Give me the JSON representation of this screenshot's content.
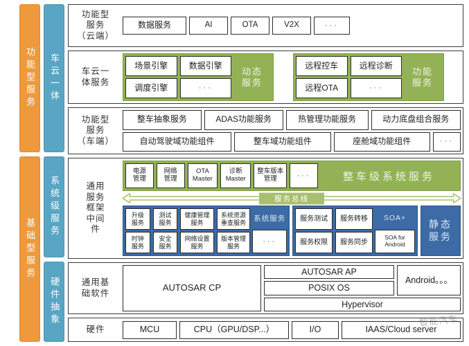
{
  "bands": {
    "functional_service": "功能型服务",
    "basic_service": "基础型服务",
    "cloud_vehicle": "车云一体",
    "system_level": "系统级服务",
    "hardware_abstract": "硬件抽象"
  },
  "rows": {
    "cloud": {
      "label_line1": "功能型",
      "label_line2": "服务",
      "label_line3": "（云端）",
      "items": [
        "数据服务",
        "AI",
        "OTA",
        "V2X",
        "···"
      ]
    },
    "vehicle_cloud": {
      "label_line1": "车云一",
      "label_line2": "体服务",
      "group_left": {
        "tag": "动态\n服务",
        "tag_line1": "动态",
        "tag_line2": "服务",
        "row1": [
          "场景引擎",
          "数据引擎"
        ],
        "row2": [
          "调度引擎",
          "···"
        ]
      },
      "group_right": {
        "tag_line1": "功能",
        "tag_line2": "服务",
        "row1": [
          "远程控车",
          "远程诊断"
        ],
        "row2": [
          "远程OTA",
          "···"
        ]
      }
    },
    "vehicle_side": {
      "label_line1": "功能型",
      "label_line2": "服务",
      "label_line3": "（车端）",
      "row1": [
        "整车抽象服务",
        "ADAS功能服务",
        "热管理功能服务",
        "动力底盘组合服务"
      ],
      "row2": [
        "自动驾驶域功能组件",
        "整车域功能组件",
        "座舱域功能组件",
        "···"
      ]
    },
    "middleware": {
      "label_line1": "通用",
      "label_line2": "服务",
      "label_line3": "框架",
      "label_line4": "中间",
      "label_line5": "件",
      "green_cells": [
        {
          "l1": "电源",
          "l2": "管理"
        },
        {
          "l1": "网络",
          "l2": "管理"
        },
        {
          "l1": "OTA",
          "l2": "Master"
        },
        {
          "l1": "诊断",
          "l2": "Master"
        },
        {
          "l1": "整车版本",
          "l2": "管理"
        },
        {
          "l1": "···",
          "l2": ""
        }
      ],
      "green_banner": "整车级系统服务",
      "bus_label": "服务总线",
      "blue_left": {
        "tag": "系统服务",
        "row1": [
          {
            "l1": "升级",
            "l2": "服务"
          },
          {
            "l1": "测试",
            "l2": "服务"
          },
          {
            "l1": "健康管理",
            "l2": "服务"
          },
          {
            "l1": "系统资源",
            "l2": "重查服务"
          }
        ],
        "row2": [
          {
            "l1": "时钟",
            "l2": "服务"
          },
          {
            "l1": "安全",
            "l2": "服务"
          },
          {
            "l1": "网络设置",
            "l2": "服务"
          },
          {
            "l1": "版本管理",
            "l2": "服务"
          }
        ],
        "extra": "···"
      },
      "blue_mid": {
        "row1": [
          "服务测试",
          "服务转移"
        ],
        "row2": [
          "服务权限",
          "服务同步"
        ],
        "tag_top": "SOA+",
        "tag_bottom_l1": "SOA for",
        "tag_bottom_l2": "Android"
      },
      "blue_right": {
        "l1": "静态",
        "l2": "服务"
      }
    },
    "base_software": {
      "label_line1": "通用基",
      "label_line2": "础软件",
      "autosar_cp": "AUTOSAR CP",
      "autosar_ap": "AUTOSAR AP",
      "posix": "POSIX OS",
      "hypervisor": "Hypervisor",
      "android": "Android。。。"
    },
    "hardware": {
      "label": "硬件",
      "items": [
        "MCU",
        "CPU（GPU/DSP...）",
        "I/O",
        "IAAS/Cloud server"
      ]
    }
  },
  "watermark": "智能汽车",
  "colors": {
    "orange": "#ed9a3f",
    "blue_band": "#58a5c4",
    "green_group": "#93b255",
    "blue_group": "#3c6ba5",
    "bus": "#a9bf6e"
  }
}
